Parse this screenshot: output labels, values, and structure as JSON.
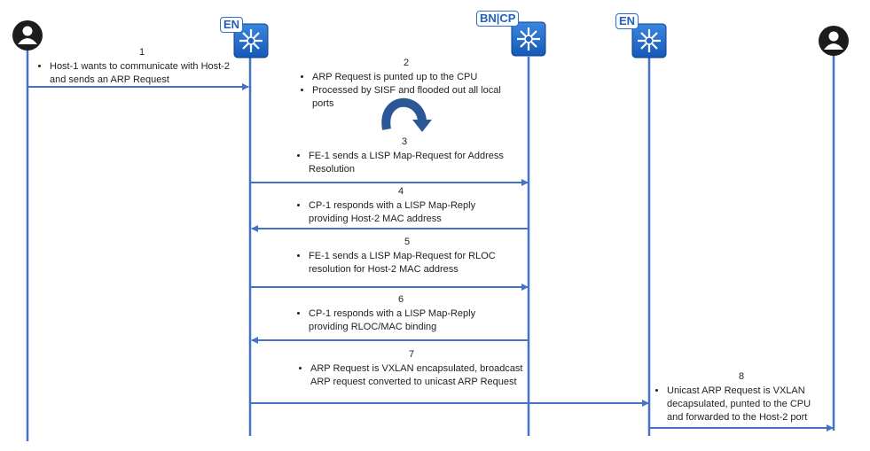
{
  "actors": {
    "en_left": {
      "tag": "EN"
    },
    "bn_cp": {
      "tag": "BN|CP"
    },
    "en_right": {
      "tag": "EN"
    }
  },
  "steps": [
    {
      "num": "1",
      "bullets": [
        "Host-1 wants to communicate with Host-2 and sends an ARP Request"
      ]
    },
    {
      "num": "2",
      "bullets": [
        "ARP Request is punted up to the CPU",
        "Processed by SISF and flooded out all local ports"
      ]
    },
    {
      "num": "3",
      "bullets": [
        "FE-1 sends a LISP Map-Request for Address Resolution"
      ]
    },
    {
      "num": "4",
      "bullets": [
        "CP-1 responds with a LISP Map-Reply providing Host-2 MAC address"
      ]
    },
    {
      "num": "5",
      "bullets": [
        "FE-1 sends a LISP Map-Request for RLOC resolution for Host-2 MAC address"
      ]
    },
    {
      "num": "6",
      "bullets": [
        "CP-1 responds with a LISP Map-Reply providing RLOC/MAC binding"
      ]
    },
    {
      "num": "7",
      "bullets": [
        "ARP Request is VXLAN encapsulated, broadcast ARP request converted to unicast ARP Request"
      ]
    },
    {
      "num": "8",
      "bullets": [
        "Unicast ARP Request is VXLAN decapsulated, punted to the CPU and forwarded to the Host-2 port"
      ]
    }
  ],
  "colors": {
    "line": "#4472c4",
    "switch": "#1f6fd1",
    "host": "#1c1c1c"
  },
  "icons": {
    "host": "user-icon",
    "switch": "multilayer-switch-icon",
    "loop": "curved-arrow-icon"
  }
}
